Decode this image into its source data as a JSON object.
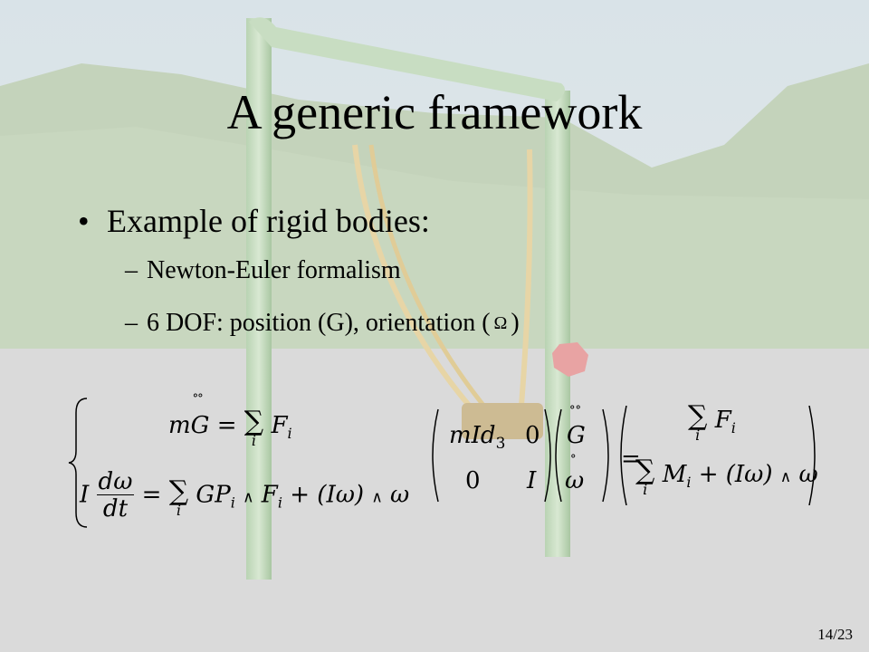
{
  "slide": {
    "title": "A generic framework",
    "bullet": "Example of rigid bodies:",
    "sub_items": [
      "Newton-Euler formalism",
      "6 DOF: position (G), orientation ("
    ],
    "sub_close": ")",
    "omega_symbol": "Ω",
    "page_number": "14/23"
  },
  "equations": {
    "left_line1": {
      "m": "m",
      "G": "G",
      "eq": "=",
      "sum": "∑",
      "idx": "i",
      "F": "F",
      "Fi": "i"
    },
    "left_line2": {
      "I": "I",
      "dw": "dω",
      "dt": "dt",
      "eq": "=",
      "sum": "∑",
      "idx": "i",
      "GP": "GP",
      "GPi": "i",
      "wedge1": "∧",
      "F": "F",
      "Fi": "i",
      "plus": "+",
      "Iw": "(Iω)",
      "wedge2": "∧",
      "w": "ω"
    },
    "matrix": {
      "mId": "mId",
      "mId_sub": "3",
      "zero1": "0",
      "zero2": "0",
      "I": "I",
      "G": "G",
      "w": "ω",
      "eq": "="
    },
    "rhs": {
      "sum1": "∑",
      "idx1": "i",
      "F": "F",
      "Fi": "i",
      "sum2": "∑",
      "idx2": "i",
      "M": "M",
      "Mi": "i",
      "plus": "+",
      "Iw": "(Iω)",
      "wedge": "∧",
      "w": "ω"
    }
  }
}
